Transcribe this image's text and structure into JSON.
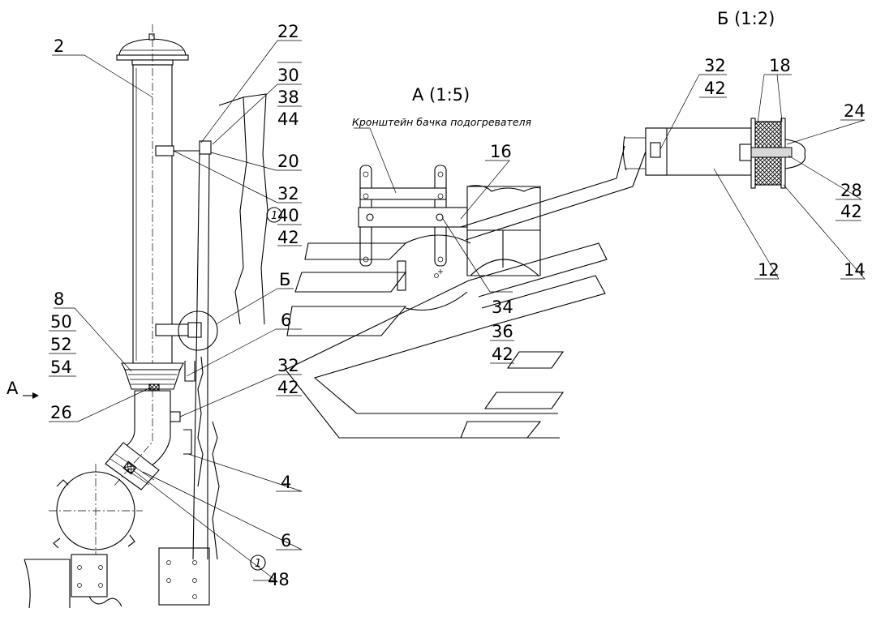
{
  "view_a": {
    "title": "А (1:5)",
    "bracket_caption": "Кронштейн бачка подогревателя"
  },
  "view_b": {
    "title": "Б (1:2)"
  },
  "view_arrow": {
    "label": "А"
  },
  "callouts": {
    "c2": "2",
    "c22": "22",
    "c30": "30",
    "c38": "38",
    "c44": "44",
    "c20": "20",
    "c32a": "32",
    "c40": "40",
    "c42a": "42",
    "mark1a": "1",
    "cB": "Б",
    "c6a": "6",
    "c32b": "32",
    "c42b": "42",
    "c8": "8",
    "c50": "50",
    "c52": "52",
    "c54": "54",
    "c26": "26",
    "c4": "4",
    "c6b": "6",
    "mark1b": "1",
    "c48": "48",
    "c16": "16",
    "c34": "34",
    "c36": "36",
    "c42c": "42",
    "c32c": "32",
    "c42d": "42",
    "c18": "18",
    "c24": "24",
    "c28": "28",
    "c42e": "42",
    "c12": "12",
    "c14": "14"
  }
}
